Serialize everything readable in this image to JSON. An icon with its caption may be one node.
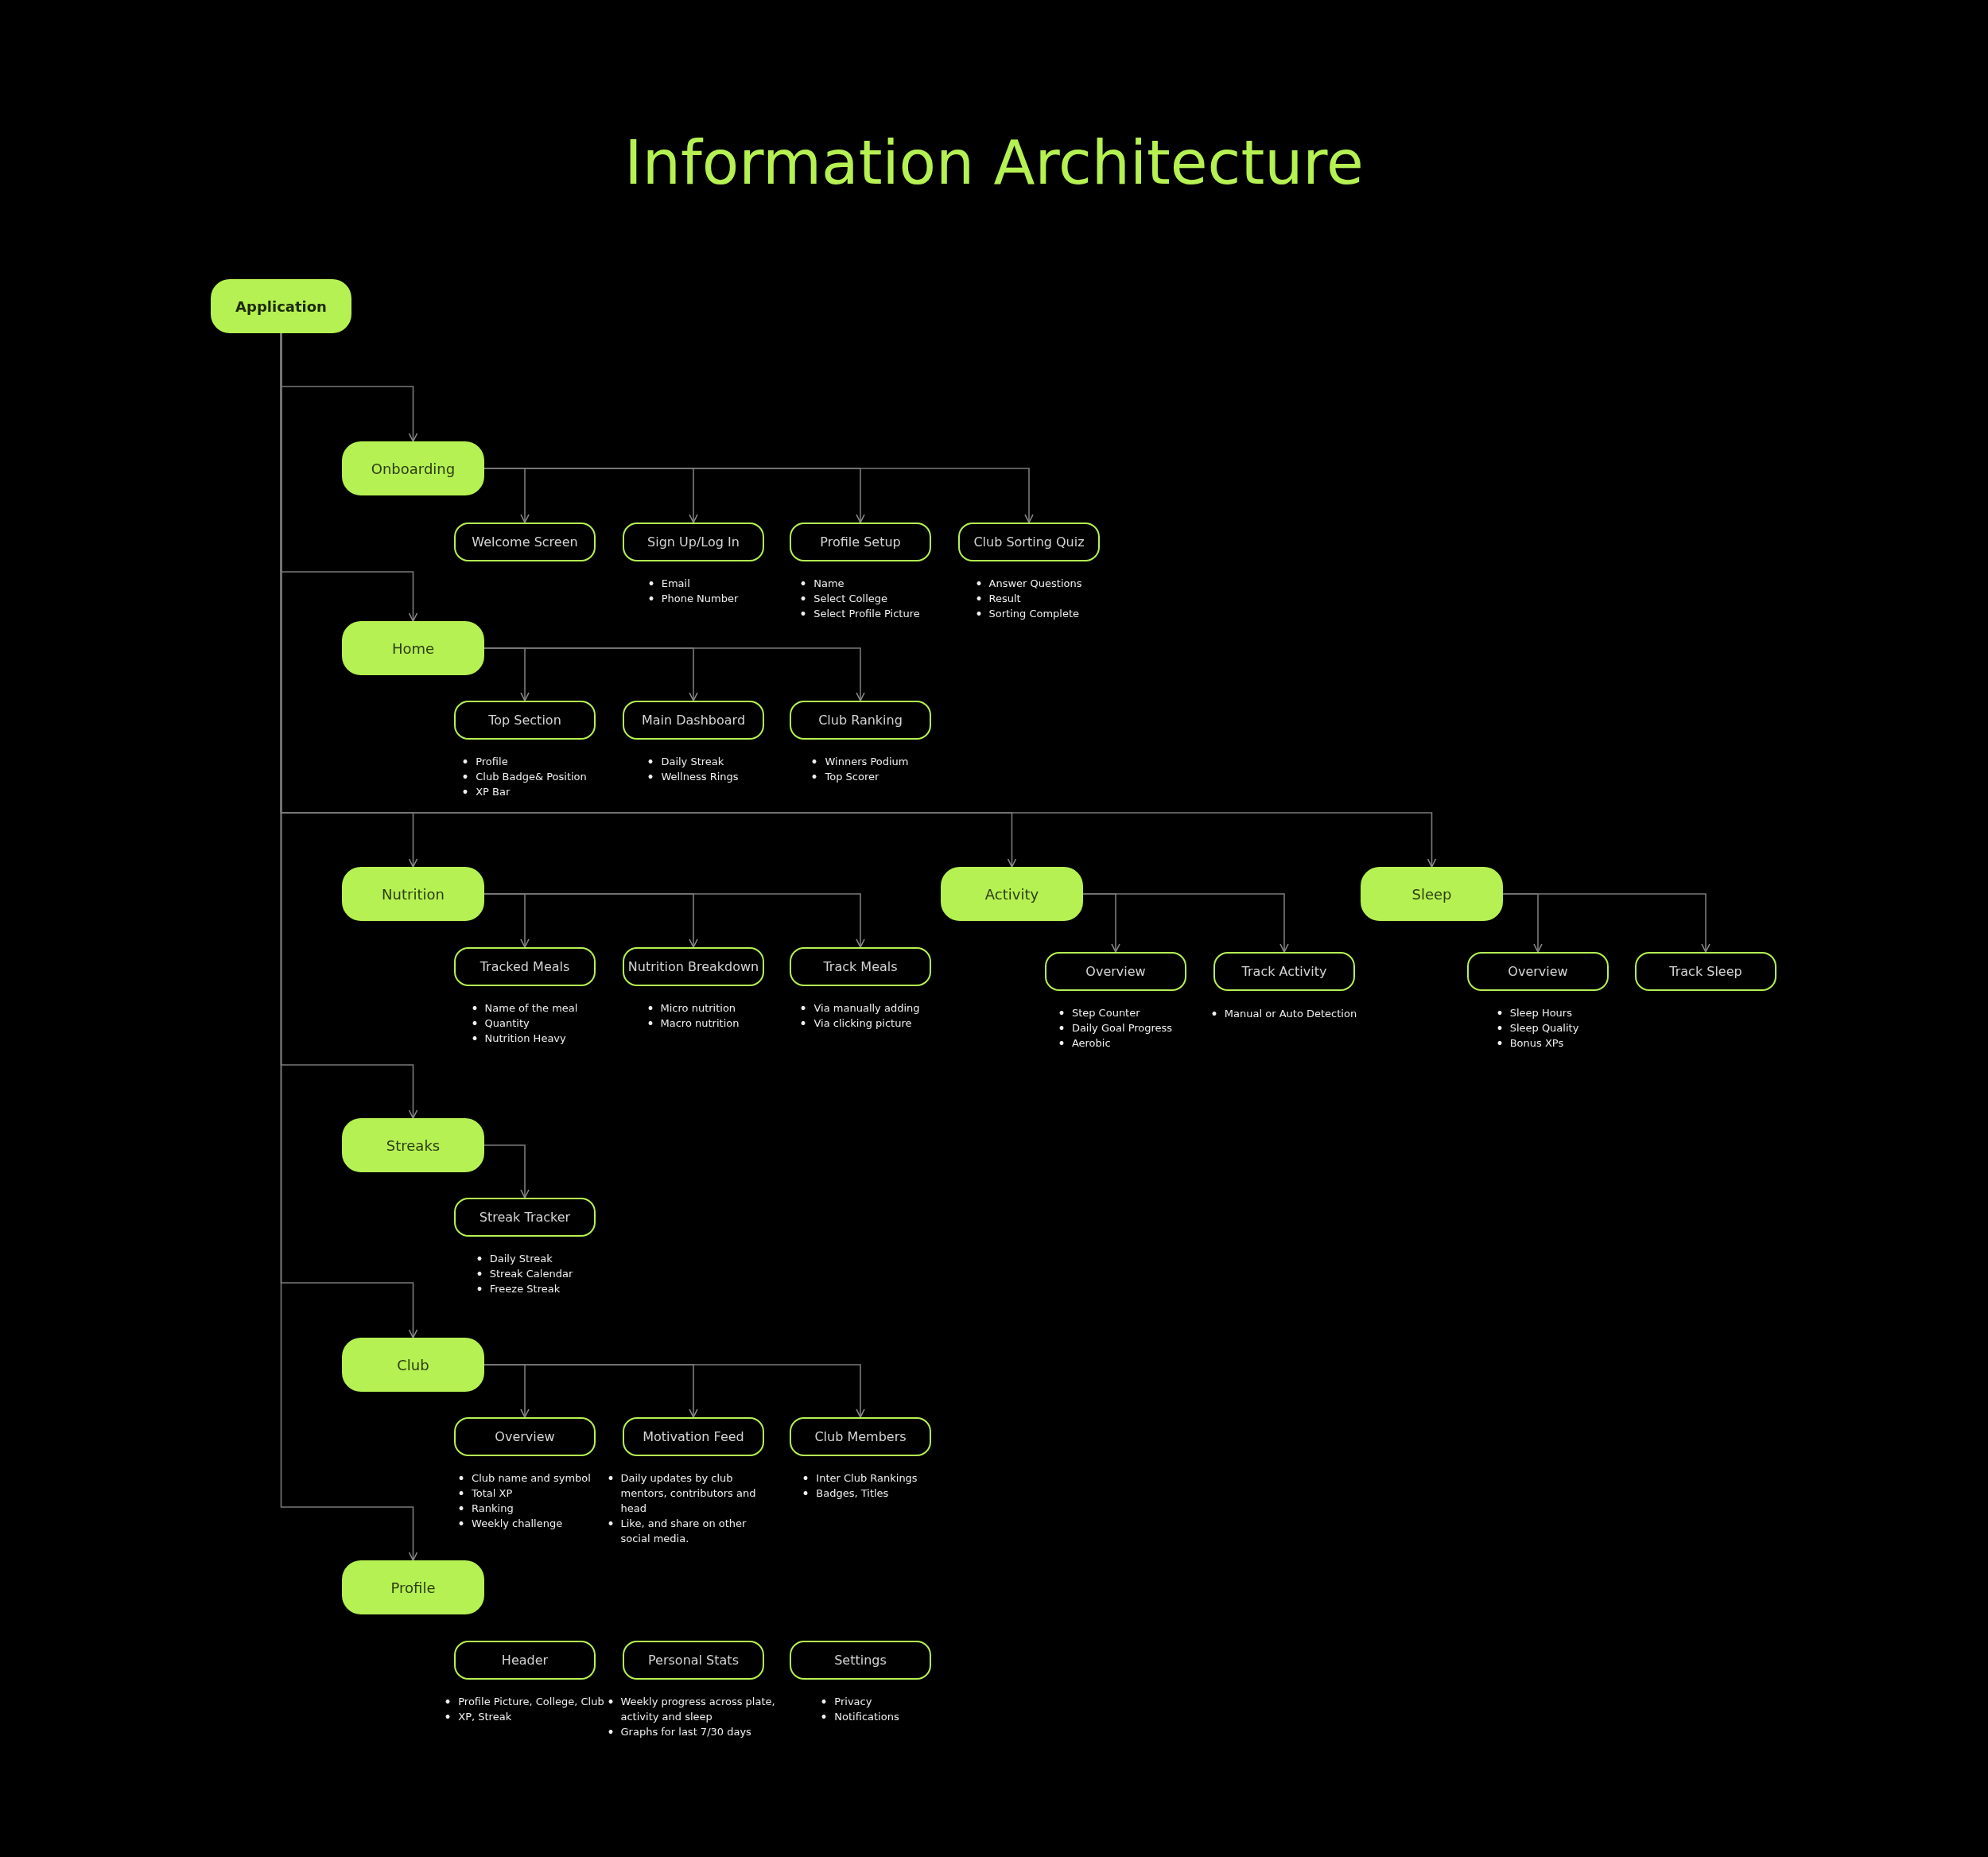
{
  "diagram": {
    "title": "Information Architecture",
    "nodes": [
      {
        "text": [
          "Application"
        ]
      },
      {
        "text": [
          "Onboarding"
        ]
      },
      {
        "text": [
          "Welcome Screen"
        ]
      },
      {
        "text": [
          "Sign Up/Log In"
        ],
        "beside": [
          "Email",
          "Phone Number"
        ]
      },
      {
        "text": [
          "Profile Setup"
        ],
        "beside": [
          "Name",
          "Select College",
          "Select Profile Picture"
        ]
      },
      {
        "text": [
          "Club Sorting Quiz"
        ],
        "beside": [
          "Answer Questions",
          "Result",
          "Sorting Complete"
        ]
      },
      {
        "text": [
          "Home"
        ]
      },
      {
        "text": [
          "Top Section"
        ],
        "beside": [
          "Profile",
          "Club Badge& Position",
          "XP Bar"
        ]
      },
      {
        "text": [
          "Main Dashboard"
        ],
        "beside": [
          "Daily Streak",
          "Wellness Rings"
        ]
      },
      {
        "text": [
          "Club Ranking"
        ],
        "beside": [
          "Winners Podium",
          "Top Scorer"
        ]
      },
      {
        "text": [
          "Nutrition"
        ]
      },
      {
        "text": [
          "Tracked Meals"
        ],
        "beside": [
          "Name of the meal",
          "Quantity",
          "Nutrition Heavy"
        ]
      },
      {
        "text": [
          "Nutrition Breakdown"
        ],
        "beside": [
          "Micro nutrition",
          "Macro nutrition"
        ]
      },
      {
        "text": [
          "Track Meals"
        ],
        "beside": [
          "Via manually adding",
          "Via clicking picture"
        ]
      },
      {
        "text": [
          "Activity"
        ]
      },
      {
        "text": [
          "Overview"
        ],
        "beside": [
          "Step Counter",
          "Daily Goal Progress",
          "Aerobic"
        ]
      },
      {
        "text": [
          "Track Activity"
        ],
        "beside": [
          "Manual or Auto Detection"
        ]
      },
      {
        "text": [
          "Sleep"
        ]
      },
      {
        "text": [
          "Overview"
        ],
        "beside": [
          "Sleep Hours",
          "Sleep Quality",
          "Bonus XPs"
        ]
      },
      {
        "text": [
          "Track Sleep"
        ]
      },
      {
        "text": [
          "Streaks"
        ]
      },
      {
        "text": [
          "Streak Tracker"
        ],
        "beside": [
          "Daily Streak",
          "Streak Calendar",
          "Freeze Streak"
        ]
      },
      {
        "text": [
          "Club"
        ]
      },
      {
        "text": [
          "Overview"
        ],
        "beside": [
          "Club name and symbol",
          "Total XP",
          "Ranking",
          "Weekly challenge"
        ]
      },
      {
        "text": [
          "Motivation Feed"
        ],
        "beside": [
          "Daily updates by club mentors, contributors and head",
          "Like, and share on other social media."
        ]
      },
      {
        "text": [
          "Club Members"
        ],
        "beside": [
          "Inter Club Rankings",
          "Badges, Titles"
        ]
      },
      {
        "text": [
          "Profile"
        ]
      },
      {
        "text": [
          "Header"
        ],
        "beside": [
          "Profile Picture, College, Club",
          "XP, Streak"
        ]
      },
      {
        "text": [
          "Personal Stats"
        ],
        "beside": [
          "Weekly progress across plate, activity and sleep",
          "Graphs for last 7/30 days"
        ]
      },
      {
        "text": [
          "Settings"
        ],
        "beside": [
          "Privacy",
          "Notifications"
        ]
      }
    ],
    "edges": [
      {
        "from": 0,
        "to": 1,
        "arrow": "to"
      },
      {
        "from": 1,
        "to": 2,
        "arrow": "to"
      },
      {
        "from": 1,
        "to": 3,
        "arrow": "to"
      },
      {
        "from": 1,
        "to": 4,
        "arrow": "to"
      },
      {
        "from": 1,
        "to": 5,
        "arrow": "to"
      },
      {
        "from": 0,
        "to": 6,
        "arrow": "to"
      },
      {
        "from": 6,
        "to": 7,
        "arrow": "to"
      },
      {
        "from": 6,
        "to": 8,
        "arrow": "to"
      },
      {
        "from": 6,
        "to": 9,
        "arrow": "to"
      },
      {
        "from": 0,
        "to": 10,
        "arrow": "to"
      },
      {
        "from": 10,
        "to": 11,
        "arrow": "to"
      },
      {
        "from": 10,
        "to": 12,
        "arrow": "to"
      },
      {
        "from": 10,
        "to": 13,
        "arrow": "to"
      },
      {
        "from": 0,
        "to": 14,
        "arrow": "to"
      },
      {
        "from": 14,
        "to": 15,
        "arrow": "to"
      },
      {
        "from": 14,
        "to": 16,
        "arrow": "to"
      },
      {
        "from": 0,
        "to": 17,
        "arrow": "to"
      },
      {
        "from": 17,
        "to": 18,
        "arrow": "to"
      },
      {
        "from": 17,
        "to": 19,
        "arrow": "to"
      },
      {
        "from": 0,
        "to": 20,
        "arrow": "to"
      },
      {
        "from": 20,
        "to": 21,
        "arrow": "to"
      },
      {
        "from": 0,
        "to": 22,
        "arrow": "to"
      },
      {
        "from": 22,
        "to": 23,
        "arrow": "to"
      },
      {
        "from": 22,
        "to": 24,
        "arrow": "to"
      },
      {
        "from": 22,
        "to": 25,
        "arrow": "to"
      },
      {
        "from": 0,
        "to": 26,
        "arrow": "to"
      }
    ]
  }
}
